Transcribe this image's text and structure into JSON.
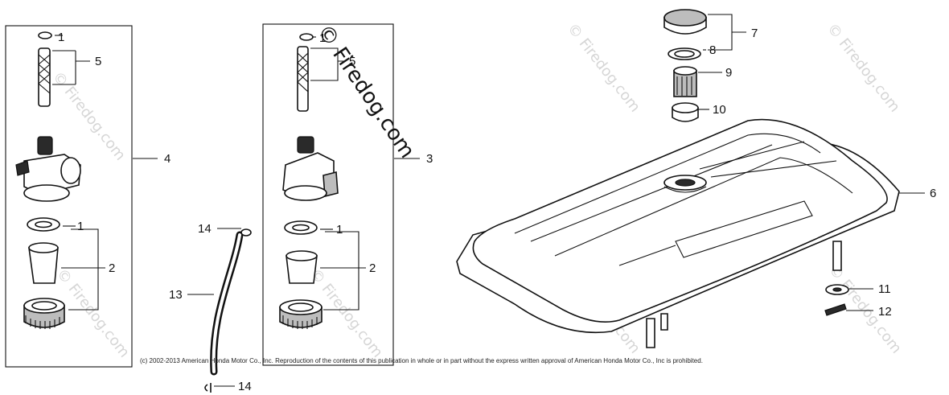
{
  "watermark": {
    "text": "© Firedog.com",
    "overlay_text": "© Firedog.com"
  },
  "copyright": "(c) 2002-2013 American Honda Motor Co., Inc. Reproduction of the contents of this publication in whole or in part without the express written approval of American Honda Motor Co., Inc is prohibited.",
  "callouts": {
    "c1a": "1",
    "c5a": "5",
    "c4": "4",
    "c1b": "1",
    "c2a": "2",
    "c1c": "1",
    "c5b": "5",
    "c3": "3",
    "c1d": "1",
    "c2b": "2",
    "c14a": "14",
    "c13": "13",
    "c14b": "14",
    "c7": "7",
    "c8": "8",
    "c9": "9",
    "c10": "10",
    "c6": "6",
    "c11": "11",
    "c12": "12"
  }
}
